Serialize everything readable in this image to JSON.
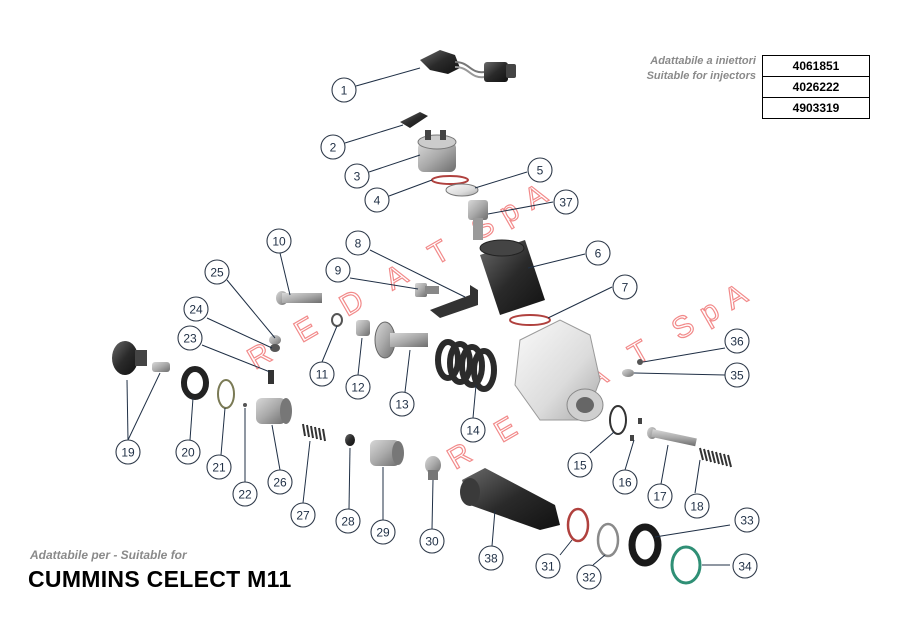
{
  "adapt_header": {
    "it": "Adattabile a iniettori",
    "en": "Suitable for injectors"
  },
  "injector_codes": [
    "4061851",
    "4026222",
    "4903319"
  ],
  "suitable_label": "Adattabile per - Suitable for",
  "model_title": "CUMMINS CELECT M11",
  "watermark": "R E D A T  SpA",
  "callouts": [
    "1",
    "2",
    "3",
    "4",
    "5",
    "37",
    "6",
    "7",
    "8",
    "9",
    "10",
    "25",
    "24",
    "23",
    "11",
    "12",
    "13",
    "14",
    "36",
    "35",
    "15",
    "16",
    "17",
    "18",
    "19",
    "20",
    "21",
    "22",
    "26",
    "27",
    "28",
    "29",
    "30",
    "38",
    "31",
    "32",
    "33",
    "34"
  ],
  "colors": {
    "callout_stroke": "#2f3a4a",
    "watermark": "#f28a8a",
    "accent_red": "#b0413e",
    "accent_green": "#2f8f75"
  }
}
